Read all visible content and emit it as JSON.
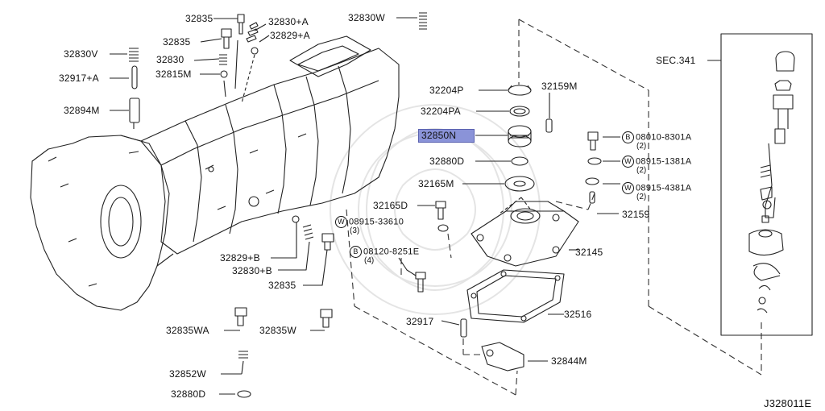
{
  "diagram_id": "J328011E",
  "section_ref": "SEC.341",
  "parts": {
    "p32835_top": "32835",
    "p32830A": "32830+A",
    "p32829A": "32829+A",
    "p32830W_top": "32830W",
    "p32835_2": "32835",
    "p32830V": "32830V",
    "p32830": "32830",
    "p32917A": "32917+A",
    "p32815M": "32815M",
    "p32894M": "32894M",
    "p32204P": "32204P",
    "p32204PA": "32204PA",
    "p32850N": "32850N",
    "p32880D_mid": "32880D",
    "p32165M": "32165M",
    "p32159M": "32159M",
    "p32165D": "32165D",
    "p32159": "32159",
    "p32145": "32145",
    "p32516": "32516",
    "p32917": "32917",
    "p32844M": "32844M",
    "p32829B": "32829+B",
    "p32830B": "32830+B",
    "p32835_b": "32835",
    "p32835WA": "32835WA",
    "p32835W": "32835W",
    "p32852W": "32852W",
    "p32880D_bot": "32880D"
  },
  "fasteners": {
    "b1_sym": "B",
    "b1_code": "08010-8301A",
    "b1_qty": "(2)",
    "w1_sym": "W",
    "w1_code": "08915-1381A",
    "w1_qty": "(2)",
    "w2_sym": "W",
    "w2_code": "08915-4381A",
    "w2_qty": "(2)",
    "w3_sym": "W",
    "w3_code": "08915-33610",
    "w3_qty": "(3)",
    "b2_sym": "B",
    "b2_code": "08120-8251E",
    "b2_qty": "(4)"
  },
  "highlight_color": "#8a93d8"
}
